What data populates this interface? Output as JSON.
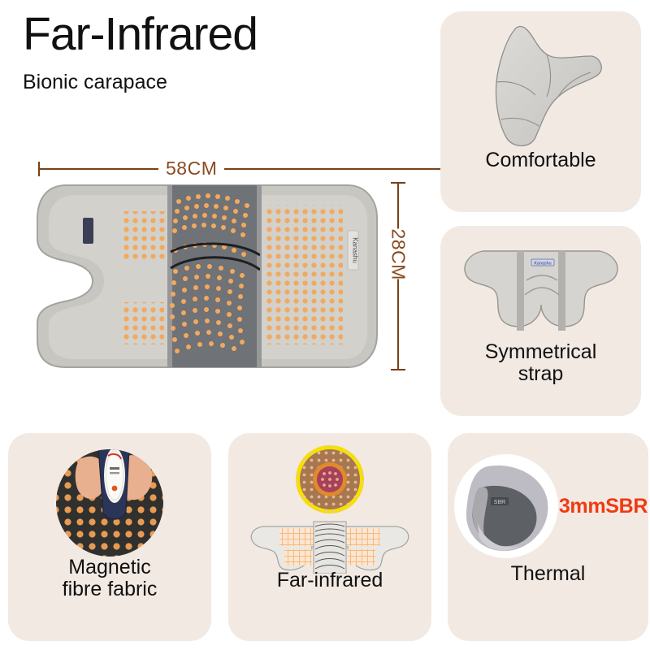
{
  "header": {
    "title": "Far-Infrared",
    "subtitle": "Bionic carapace"
  },
  "hero": {
    "width_label": "58CM",
    "height_label": "28CM",
    "brand_tag": "Kanashu",
    "dimension_color": "#8a4a20",
    "dot_color": "#f2a95e",
    "fabric_light_gray": "#c9c8c3",
    "fabric_mid_gray": "#a8a8a4",
    "fabric_dark_gray": "#6e7175"
  },
  "cards": [
    {
      "id": "comfortable",
      "caption": "Comfortable",
      "icon": "bent-knee-brace-icon",
      "bg": "#f2e9e3"
    },
    {
      "id": "symmetrical",
      "caption_line1": "Symmetrical",
      "caption_line2": "strap",
      "icon": "flat-brace-straps-icon",
      "brand_tag": "Kanashu",
      "bg": "#f2e9e3"
    },
    {
      "id": "magnetic",
      "caption_line1": "Magnetic",
      "caption_line2": "fibre fabric",
      "icon": "magnet-on-dotted-fabric-photo",
      "bg": "#f2e9e3"
    },
    {
      "id": "far-infrared",
      "caption": "Far-infrared",
      "icon": "infrared-radiating-circle-icon",
      "bg": "#f2e9e3"
    },
    {
      "id": "thermal",
      "caption": "Thermal",
      "icon": "rolled-neoprene-sample-photo",
      "badge": "3mmSBR",
      "badge_color": "#ef3a11",
      "bg": "#f2e9e3"
    }
  ]
}
